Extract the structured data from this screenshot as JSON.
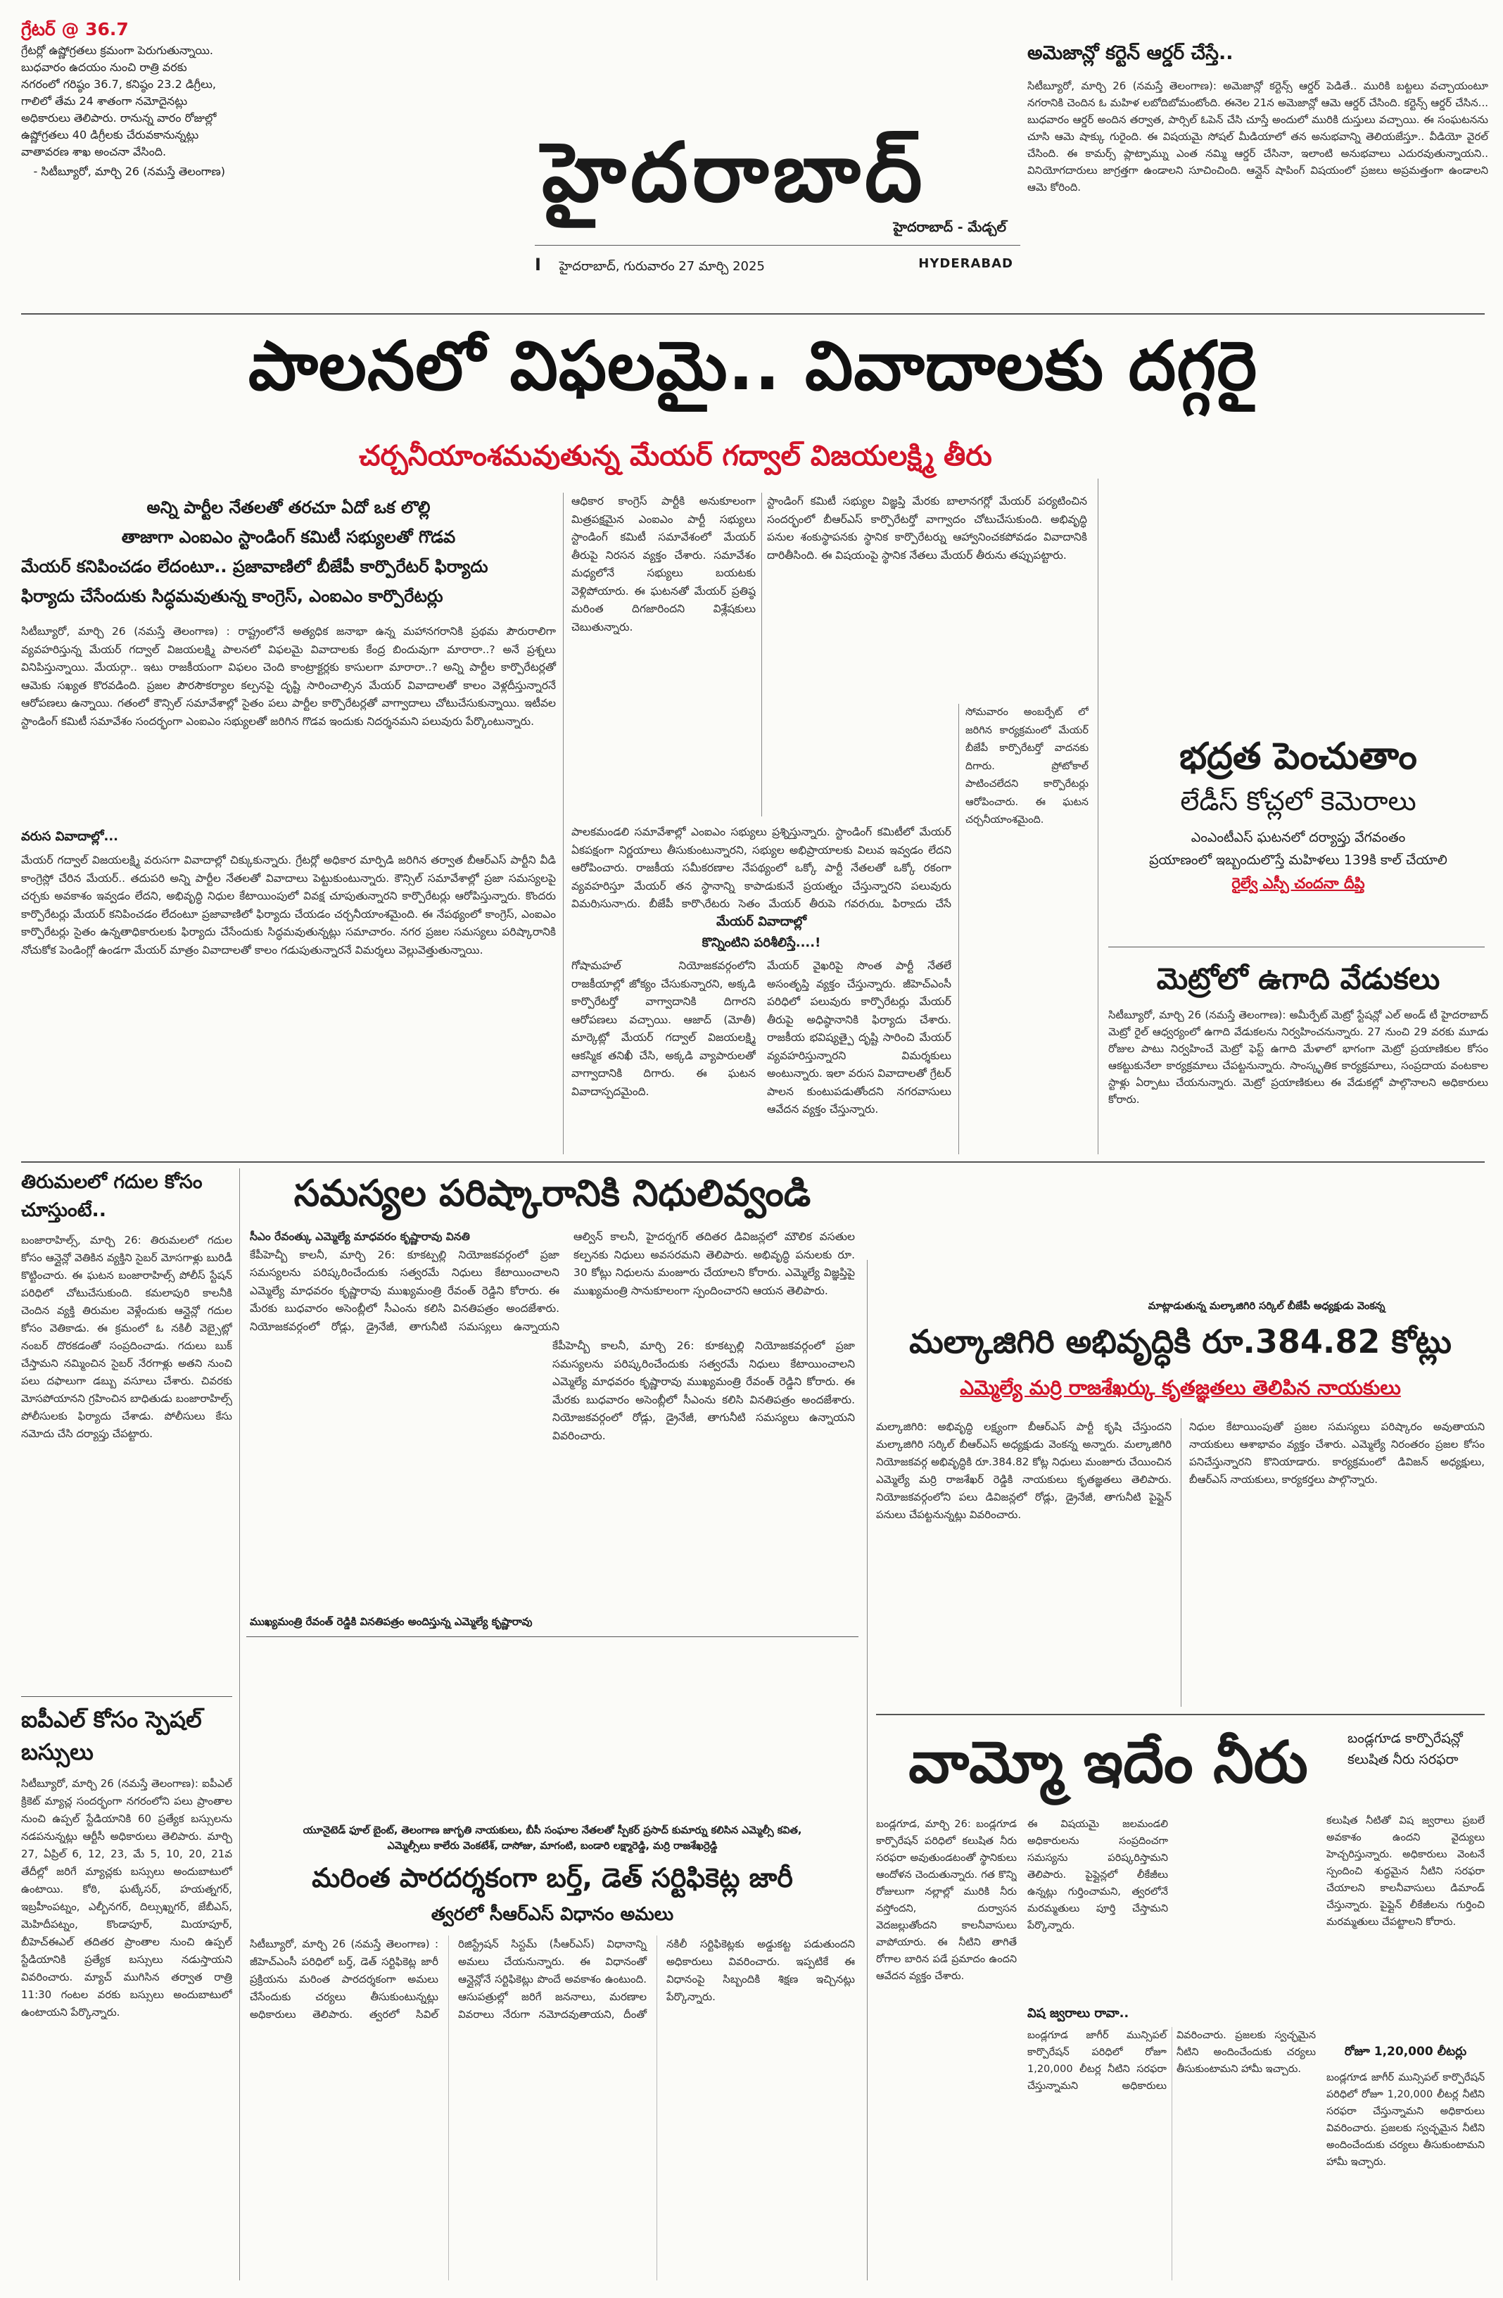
{
  "masthead": {
    "title": "హైదరాబాద్",
    "subtitle": "హైదరాబాద్ - మేడ్చల్",
    "dateline": "హైదరాబాద్, గురువారం 27 మార్చి 2025",
    "page_no": "I",
    "edition_en": "HYDERABAD"
  },
  "weather": {
    "headline": "గ్రేటర్ @ 36.7",
    "body": "గ్రేటర్లో ఉష్ణోగ్రతలు క్రమంగా పెరుగుతున్నాయి. బుధవారం ఉదయం నుంచి రాత్రి వరకు నగరంలో గరిష్ఠం 36.7, కనిష్ఠం 23.2 డిగ్రీలు, గాలిలో తేమ 24 శాతంగా నమోదైనట్లు అధికారులు తెలిపారు. రానున్న వారం రోజుల్లో ఉష్ణోగ్రతలు 40 డిగ్రీలకు చేరువకానున్నట్లు వాతావరణ శాఖ అంచనా వేసింది.",
    "credit": "- సిటీబ్యూరో, మార్చి 26 (నమస్తే తెలంగాణ)"
  },
  "amazon": {
    "headline": "అమెజాన్లో కర్టెన్ ఆర్డర్ చేస్తే..",
    "body": "సిటీబ్యూరో, మార్చి 26 (నమస్తే తెలంగాణ): అమెజాన్లో కర్టెన్స్ ఆర్డర్ పెడితే.. మురికి బట్టలు వచ్చాయంటూ నగరానికి చెందిన ఓ మహిళ లబోదిబోమంటోంది. ఈనెల 21న అమెజాన్లో ఆమె ఆర్డర్ చేసింది. కర్టెన్స్ ఆర్డర్ చేసిన... బుధవారం ఆర్డర్ అందిన తర్వాత, పార్సిల్ ఓపెన్ చేసి చూస్తే అందులో మురికి దుస్తులు వచ్చాయి. ఈ సంఘటనను చూసి ఆమె షాక్కు గురైంది. ఈ విషయమై సోషల్ మీడియాలో తన అనుభవాన్ని తెలియజేస్తూ.. వీడియో వైరల్ చేసింది. ఈ కామర్స్ ప్లాట్ఫామ్ను ఎంత నమ్మి ఆర్డర్ చేసినా, ఇలాంటి అనుభవాలు ఎదురవుతున్నాయని.. వినియోగదారులు జాగ్రత్తగా ఉండాలని సూచించింది. ఆన్లైన్ షాపింగ్ విషయంలో ప్రజలు అప్రమత్తంగా ఉండాలని ఆమె కోరింది."
  },
  "lead": {
    "headline": "పాలనలో విఫలమై.. వివాదాలకు దగ్గరై",
    "subhead": "చర్చనీయాంశమవుతున్న మేయర్ గద్వాల్ విజయలక్ష్మి తీరు",
    "decks": [
      "అన్ని పార్టీల నేతలతో తరచూ ఏదో ఒక లొల్లి",
      "తాజాగా ఎంఐఎం స్టాండింగ్ కమిటీ సభ్యులతో గొడవ",
      "మేయర్ కనిపించడం లేదంటూ.. ప్రజావాణిలో బీజేపీ కార్పొరేటర్ ఫిర్యాదు",
      "ఫిర్యాదు చేసేందుకు సిద్ధమవుతున్న కాంగ్రెస్, ఎంఐఎం కార్పొరేటర్లు"
    ],
    "body1": "సిటీబ్యూరో, మార్చి 26 (నమస్తే తెలంగాణ) : రాష్ట్రంలోనే అత్యధిక జనాభా ఉన్న మహానగరానికి ప్రథమ పౌరురాలిగా వ్యవహరిస్తున్న మేయర్ గద్వాల్ విజయలక్ష్మి పాలనలో విఫలమై వివాదాలకు కేంద్ర బిందువుగా మారారా..? అనే ప్రశ్నలు వినిపిస్తున్నాయి. మేయర్గా.. ఇటు రాజకీయంగా విఫలం చెంది కాంట్రాక్టర్లకు కాసులగా మారారా..? అన్ని పార్టీల కార్పొరేటర్లతో ఆమెకు సఖ్యత కొరవడింది. ప్రజల పౌరసౌకర్యాల కల్పనపై దృష్టి సారించాల్సిన మేయర్ వివాదాలతో కాలం వెళ్లదీస్తున్నారనే ఆరోపణలు ఉన్నాయి. గతంలో కౌన్సిల్ సమావేశాల్లో సైతం పలు పార్టీల కార్పొరేటర్లతో వాగ్వాదాలు చోటుచేసుకున్నాయి. ఇటీవల స్టాండింగ్ కమిటీ సమావేశం సందర్భంగా ఎంఐఎం సభ్యులతో జరిగిన గొడవ ఇందుకు నిదర్శనమని పలువురు పేర్కొంటున్నారు.",
    "section_head": "వరుస వివాదాల్లో...",
    "body2": "మేయర్ గద్వాల్ విజయలక్ష్మి వరుసగా వివాదాల్లో చిక్కుకున్నారు. గ్రేటర్లో అధికార మార్పిడి జరిగిన తర్వాత బీఆర్ఎస్ పార్టీని వీడి కాంగ్రెస్లో చేరిన మేయర్.. తదుపరి అన్ని పార్టీల నేతలతో వివాదాలు పెట్టుకుంటున్నారు. కౌన్సిల్ సమావేశాల్లో ప్రజా సమస్యలపై చర్చకు అవకాశం ఇవ్వడం లేదని, అభివృద్ధి నిధుల కేటాయింపులో వివక్ష చూపుతున్నారని కార్పొరేటర్లు ఆరోపిస్తున్నారు. కొందరు కార్పొరేటర్లు మేయర్ కనిపించడం లేదంటూ ప్రజావాణిలో ఫిర్యాదు చేయడం చర్చనీయాంశమైంది. ఈ నేపథ్యంలో కాంగ్రెస్, ఎంఐఎం కార్పొరేటర్లు సైతం ఉన్నతాధికారులకు ఫిర్యాదు చేసేందుకు సిద్ధమవుతున్నట్లు సమాచారం. నగర ప్రజల సమస్యలు పరిష్కారానికి నోచుకోక పెండింగ్లో ఉండగా మేయర్ మాత్రం వివాదాలతో కాలం గడుపుతున్నారనే విమర్శలు వెల్లువెత్తుతున్నాయి.",
    "body3": "పాలకమండలి సమావేశాల్లో ఎంఐఎం సభ్యులు ప్రశ్నిస్తున్నారు. స్టాండింగ్ కమిటీలో మేయర్ ఏకపక్షంగా నిర్ణయాలు తీసుకుంటున్నారని, సభ్యుల అభిప్రాయాలకు విలువ ఇవ్వడం లేదని ఆరోపించారు. రాజకీయ సమీకరణాల నేపథ్యంలో ఒక్కో పార్టీ నేతలతో ఒక్కో రకంగా వ్యవహరిస్తూ మేయర్ తన స్థానాన్ని కాపాడుకునే ప్రయత్నం చేస్తున్నారని పలువురు విమర్శిస్తున్నారు. బీజేపీ కార్పొరేటర్లు సైతం మేయర్ తీరుపై గవర్నర్కు ఫిర్యాదు చేసే యోచనలో ఉన్నారు.",
    "section_head2": "మేయర్ వివాదాల్లో",
    "section_head3": "కొన్నింటిని పరిశీలిస్తే....!",
    "body4": "గోషామహల్ నియోజకవర్గంలోని రాజకీయాల్లో జోక్యం చేసుకున్నారని, అక్కడి కార్పొరేటర్తో వాగ్వాదానికి దిగారని ఆరోపణలు వచ్చాయి. ఆజాద్ (మోతీ) మార్కెట్లో మేయర్ గద్వాల్ విజయలక్ష్మి ఆకస్మిక తనిఖీ చేసి, అక్కడి వ్యాపారులతో వాగ్వాదానికి దిగారు. ఈ ఘటన వివాదాస్పదమైంది.",
    "body5": "ఆధికార కాంగ్రెస్ పార్టీకి అనుకూలంగా మిత్రపక్షమైన ఎంఐఎం పార్టీ సభ్యులు స్టాండింగ్ కమిటీ సమావేశంలో మేయర్ తీరుపై నిరసన వ్యక్తం చేశారు. సమావేశం మధ్యలోనే సభ్యులు బయటకు వెళ్లిపోయారు. ఈ ఘటనతో మేయర్ ప్రతిష్ఠ మరింత దిగజారిందని విశ్లేషకులు చెబుతున్నారు.",
    "body6": "స్టాండింగ్ కమిటీ సభ్యుల విజ్ఞప్తి మేరకు బాలానగర్లో మేయర్ పర్యటించిన సందర్భంలో బీఆర్ఎస్ కార్పొరేటర్తో వాగ్వాదం చోటుచేసుకుంది. అభివృద్ధి పనుల శంకుస్థాపనకు స్థానిక కార్పొరేటర్ను ఆహ్వానించకపోవడం వివాదానికి దారితీసింది. ఈ విషయంపై స్థానిక నేతలు మేయర్ తీరును తప్పుపట్టారు.",
    "body7": "సోమవారం అంబర్పేట్ లో జరిగిన కార్యక్రమంలో మేయర్ బీజేపీ కార్పొరేటర్తో వాదనకు దిగారు. ప్రోటోకాల్ పాటించలేదని కార్పొరేటర్లు ఆరోపించారు. ఈ ఘటన చర్చనీయాంశమైంది.",
    "body8": "మేయర్ వైఖరిపై సొంత పార్టీ నేతలే అసంతృప్తి వ్యక్తం చేస్తున్నారు. జీహెచ్ఎంసీ పరిధిలో పలువురు కార్పొరేటర్లు మేయర్ తీరుపై అధిష్ఠానానికి ఫిర్యాదు చేశారు. రాజకీయ భవిష్యత్పై దృష్టి సారించి మేయర్ వ్యవహరిస్తున్నారని విమర్శకులు అంటున్నారు. ఇలా వరుస వివాదాలతో గ్రేటర్ పాలన కుంటుపడుతోందని నగరవాసులు ఆవేదన వ్యక్తం చేస్తున్నారు."
  },
  "bhadrata": {
    "headline": "భద్రత పెంచుతాం",
    "subhead": "లేడీస్ కోచ్లలో కెమెరాలు",
    "deck1": "ఎంఎంటీఎస్ ఘటనలో దర్యాప్తు వేగవంతం",
    "deck2": "ప్రయాణంలో ఇబ్బందులొస్తే మహిళలు 139కి కాల్ చేయాలి",
    "deck3": "రైల్వే ఎస్పీ చందనా దీప్తి"
  },
  "metro": {
    "headline": "మెట్రోలో ఉగాది వేడుకలు",
    "body": "సిటీబ్యూరో, మార్చి 26 (నమస్తే తెలంగాణ): అమీర్పేట్ మెట్రో స్టేషన్లో ఎల్ అండ్ టీ హైదరాబాద్ మెట్రో రైల్ ఆధ్వర్యంలో ఉగాది వేడుకలను నిర్వహించనున్నారు. 27 నుంచి 29 వరకు మూడు రోజుల పాటు నిర్వహించే మెట్రో ఫెస్ట్ ఉగాది మేళాలో భాగంగా మెట్రో ప్రయాణికుల కోసం ఆకట్టుకునేలా కార్యక్రమాలు చేపట్టనున్నారు. సాంస్కృతిక కార్యక్రమాలు, సంప్రదాయ వంటకాల స్టాళ్లు ఏర్పాటు చేయనున్నారు. మెట్రో ప్రయాణికులు ఈ వేడుకల్లో పాల్గొనాలని అధికారులు కోరారు."
  },
  "tirumala": {
    "headline": "తిరుమలలో గదుల కోసం చూస్తుంటే..",
    "body": "బంజారాహిల్స్, మార్చి 26: తిరుమలలో గదుల కోసం ఆన్లైన్లో వెతికిన వ్యక్తిని సైబర్ మోసగాళ్లు బురిడీ కొట్టించారు. ఈ ఘటన బంజారాహిల్స్ పోలీస్ స్టేషన్ పరిధిలో చోటుచేసుకుంది. కమలాపురి కాలనీకి చెందిన వ్యక్తి తిరుమల వెళ్లేందుకు ఆన్లైన్లో గదుల కోసం వెతికాడు. ఈ క్రమంలో ఓ నకిలీ వెబ్సైట్లో నంబర్ దొరకడంతో సంప్రదించాడు. గదులు బుక్ చేస్తామని నమ్మించిన సైబర్ నేరగాళ్లు అతని నుంచి పలు దఫాలుగా డబ్బు వసూలు చేశారు. చివరకు మోసపోయానని గ్రహించిన బాధితుడు బంజారాహిల్స్ పోలీసులకు ఫిర్యాదు చేశాడు. పోలీసులు కేసు నమోదు చేసి దర్యాప్తు చేపట్టారు."
  },
  "ipl": {
    "headline": "ఐపీఎల్ కోసం స్పెషల్ బస్సులు",
    "body": "సిటీబ్యూరో, మార్చి 26 (నమస్తే తెలంగాణ): ఐపీఎల్ క్రికెట్ మ్యాచ్ల సందర్భంగా నగరంలోని పలు ప్రాంతాల నుంచి ఉప్పల్ స్టేడియానికి 60 ప్రత్యేక బస్సులను నడపనున్నట్లు ఆర్టీసీ అధికారులు తెలిపారు. మార్చి 27, ఏప్రిల్ 6, 12, 23, మే 5, 10, 20, 21వ తేదీల్లో జరిగే మ్యాచ్లకు బస్సులు అందుబాటులో ఉంటాయి. కోఠి, ఘట్కేసర్, హయత్నగర్, ఇబ్రహీంపట్నం, ఎల్బీనగర్, దిల్సుఖ్నగర్, జేబీఎస్, మెహిదీపట్నం, కొండాపూర్, మియాపూర్, బీహెచ్ఈఎల్ తదితర ప్రాంతాల నుంచి ఉప్పల్ స్టేడియానికి ప్రత్యేక బస్సులు నడుస్తాయని వివరించారు. మ్యాచ్ ముగిసిన తర్వాత రాత్రి 11:30 గంటల వరకు బస్సులు అందుబాటులో ఉంటాయని పేర్కొన్నారు."
  },
  "samasya": {
    "headline": "సమస్యల పరిష్కారానికి నిధులివ్వండి",
    "deck": "సీఎం రేవంత్కు ఎమ్మెల్యే మాధవరం కృష్ణారావు వినతి",
    "body1": "కేపీహెచ్బీ కాలనీ, మార్చి 26: కూకట్పల్లి నియోజకవర్గంలో ప్రజా సమస్యలను పరిష్కరించేందుకు సత్వరమే నిధులు కేటాయించాలని ఎమ్మెల్యే మాధవరం కృష్ణారావు ముఖ్యమంత్రి రేవంత్ రెడ్డిని కోరారు. ఈ మేరకు బుధవారం అసెంబ్లీలో సీఎంను కలిసి వినతిపత్రం అందజేశారు. నియోజకవర్గంలో రోడ్లు, డ్రైనేజీ, తాగునీటి సమస్యలు ఉన్నాయని వివరించారు.",
    "body2": "ఆల్విన్ కాలనీ, హైదర్నగర్ తదితర డివిజన్లలో మౌలిక వసతుల కల్పనకు నిధులు అవసరమని తెలిపారు. అభివృద్ధి పనులకు రూ. 30 కోట్లు నిధులను మంజూరు చేయాలని కోరారు. ఎమ్మెల్యే విజ్ఞప్తిపై ముఖ్యమంత్రి సానుకూలంగా స్పందించారని ఆయన తెలిపారు.",
    "caption": "ముఖ్యమంత్రి రేవంత్ రెడ్డికి వినతిపత్రం అందిస్తున్న ఎమ్మెల్యే కృష్ణారావు"
  },
  "malkajgiri": {
    "kicker": "మాట్లాడుతున్న మల్కాజిగిరి సర్కిల్ బీజేపీ అధ్యక్షుడు వెంకన్న",
    "headline": "మల్కాజిగిరి అభివృద్ధికి రూ.384.82 కోట్లు",
    "subhead": "ఎమ్మెల్యే మర్రి రాజశేఖర్కు కృతజ్ఞతలు తెలిపిన నాయకులు",
    "body1": "మల్కాజిగిరి: అభివృద్ధి లక్ష్యంగా బీఆర్ఎస్ పార్టీ కృషి చేస్తుందని మల్కాజిగిరి సర్కిల్ బీఆర్ఎస్ అధ్యక్షుడు వెంకన్న అన్నారు. మల్కాజిగిరి నియోజకవర్గ అభివృద్ధికి రూ.384.82 కోట్ల నిధులు మంజూరు చేయించిన ఎమ్మెల్యే మర్రి రాజశేఖర్ రెడ్డికి నాయకులు కృతజ్ఞతలు తెలిపారు. నియోజకవర్గంలోని పలు డివిజన్లలో రోడ్లు, డ్రైనేజీ, తాగునీటి పైప్లైన్ పనులు చేపట్టనున్నట్లు వివరించారు.",
    "body2": "నిధుల కేటాయింపుతో ప్రజల సమస్యలు పరిష్కారం అవుతాయని నాయకులు ఆశాభావం వ్యక్తం చేశారు. ఎమ్మెల్యే నిరంతరం ప్రజల కోసం పనిచేస్తున్నారని కొనియాడారు. కార్యక్రమంలో డివిజన్ అధ్యక్షులు, బీఆర్ఎస్ నాయకులు, కార్యకర్తలు పాల్గొన్నారు."
  },
  "water": {
    "headline": "వామ్మో ఇదేం నీరు",
    "side": "బండ్లగూడ కార్పొరేషన్లో కలుషిత నీరు సరఫరా",
    "body1": "బండ్లగూడ, మార్చి 26: బండ్లగూడ కార్పొరేషన్ పరిధిలో కలుషిత నీరు సరఫరా అవుతుండటంతో స్థానికులు ఆందోళన చెందుతున్నారు. గత కొన్ని రోజులుగా నల్లాల్లో మురికి నీరు వస్తోందని, దుర్వాసన వెదజల్లుతోందని కాలనీవాసులు వాపోయారు. ఈ నీటిని తాగితే రోగాల బారిన పడే ప్రమాదం ఉందని ఆవేదన వ్యక్తం చేశారు.",
    "section_head": "విష జ్వరాలు రావా..",
    "body2": "కలుషిత నీటితో విష జ్వరాలు ప్రబలే అవకాశం ఉందని వైద్యులు హెచ్చరిస్తున్నారు. అధికారులు వెంటనే స్పందించి శుద్ధమైన నీటిని సరఫరా చేయాలని కాలనీవాసులు డిమాండ్ చేస్తున్నారు. పైప్లైన్ లీకేజీలను గుర్తించి మరమ్మతులు చేపట్టాలని కోరారు.",
    "body3": "ఈ విషయమై జలమండలి అధికారులను సంప్రదించగా సమస్యను పరిష్కరిస్తామని తెలిపారు. పైప్లైన్లలో లీకేజీలు ఉన్నట్లు గుర్తించామని, త్వరలోనే మరమ్మతులు పూర్తి చేస్తామని పేర్కొన్నారు.",
    "highlight": "రోజూ 1,20,000 లీటర్లు",
    "body4": "బండ్లగూడ జాగీర్ మున్సిపల్ కార్పొరేషన్ పరిధిలో రోజూ 1,20,000 లీటర్ల నీటిని సరఫరా చేస్తున్నామని అధికారులు వివరించారు. ప్రజలకు స్వచ్ఛమైన నీటిని అందించేందుకు చర్యలు తీసుకుంటామని హామీ ఇచ్చారు."
  },
  "certificates": {
    "kicker": "యూనైటెడ్ ఫూల్ బైంట్, తెలంగాణ జాగృతి నాయకులు, బీసీ సంఘాల నేతలతో స్పీకర్ ప్రసాద్ కుమార్ను కలిసిన ఎమ్మెల్సీ కవిత, ఎమ్మెల్సీలు కాలేరు వెంకటేశ్, దాసోజు, మాగంటి, బండారి లక్ష్మారెడ్డి, మర్రి రాజశేఖర్రెడ్డి",
    "headline": "మరింత పారదర్శకంగా బర్త్, డెత్ సర్టిఫికెట్ల జారీ",
    "subhead": "త్వరలో సీఆర్ఎస్ విధానం అమలు",
    "body": "సిటీబ్యూరో, మార్చి 26 (నమస్తే తెలంగాణ) : జీహెచ్ఎంసీ పరిధిలో బర్త్, డెత్ సర్టిఫికెట్ల జారీ ప్రక్రియను మరింత పారదర్శకంగా అమలు చేసేందుకు చర్యలు తీసుకుంటున్నట్లు అధికారులు తెలిపారు. త్వరలో సివిల్ రిజిస్ట్రేషన్ సిస్టమ్ (సీఆర్ఎస్) విధానాన్ని అమలు చేయనున్నారు. ఈ విధానంతో ఆన్లైన్లోనే సర్టిఫికెట్లు పొందే అవకాశం ఉంటుంది. ఆసుపత్రుల్లో జరిగే జననాలు, మరణాల వివరాలు నేరుగా నమోదవుతాయని, దీంతో నకిలీ సర్టిఫికెట్లకు అడ్డుకట్ట పడుతుందని అధికారులు వివరించారు. ఇప్పటికే ఈ విధానంపై సిబ్బందికి శిక్షణ ఇచ్చినట్లు పేర్కొన్నారు."
  }
}
